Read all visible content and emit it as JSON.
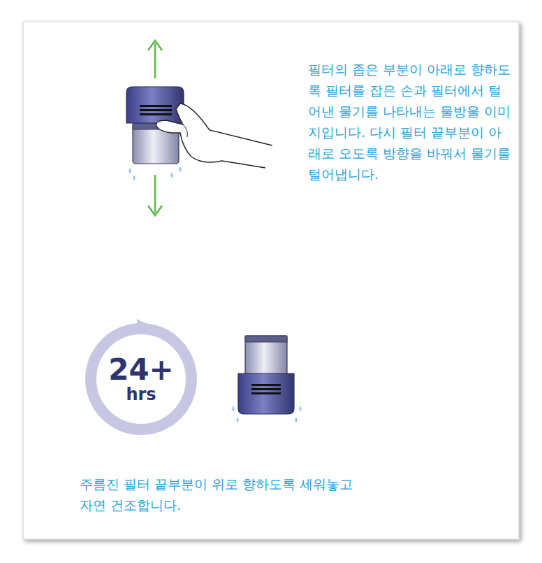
{
  "diagram": {
    "nodes": [
      {
        "text": [
          "24+",
          "hrs"
        ]
      }
    ],
    "labels": [
      "필터의 좁은 부분이 아래로 향하도록 필터를 잡은 손과 필터에서 털어낸 물기를 나타내는 물방울 이미지입니다. 다시 필터 끝부분이 아래로 오도록 방향을 바꿔서 물기를 털어냅니다.",
      "주름진 필터 끝부분이 위로 향하도록 세워놓고 자연 건조합니다."
    ]
  }
}
